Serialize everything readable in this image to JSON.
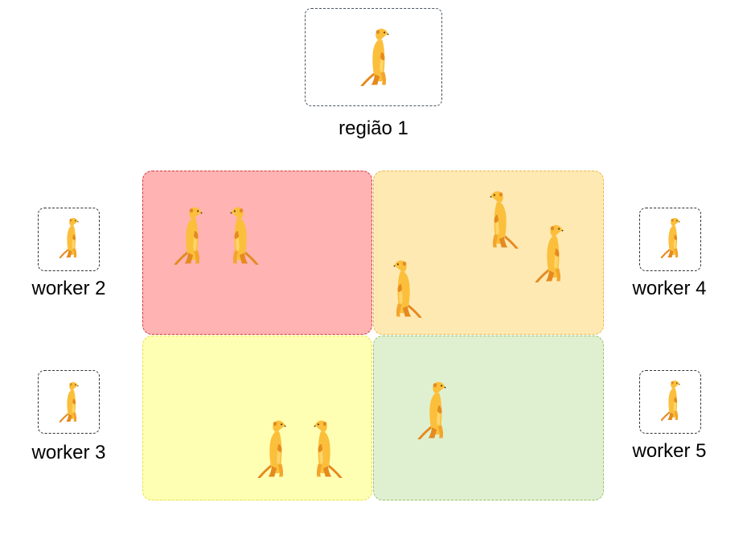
{
  "region": {
    "label": "região 1"
  },
  "workers": [
    {
      "id": "worker-2",
      "label": "worker 2"
    },
    {
      "id": "worker-3",
      "label": "worker 3"
    },
    {
      "id": "worker-4",
      "label": "worker 4"
    },
    {
      "id": "worker-5",
      "label": "worker 5"
    }
  ],
  "grid": {
    "cells": [
      {
        "name": "red",
        "fill": "#ffb3b3",
        "border": "#d43b3b",
        "meerkats": 2
      },
      {
        "name": "orange",
        "fill": "#ffe9b3",
        "border": "#e8b84a",
        "meerkats": 3
      },
      {
        "name": "yellow",
        "fill": "#ffffb3",
        "border": "#e6e04a",
        "meerkats": 2
      },
      {
        "name": "green",
        "fill": "#dff0d0",
        "border": "#98c46a",
        "meerkats": 1
      }
    ]
  },
  "icon": "meerkat-icon",
  "colors": {
    "meerkat_light": "#fbbf3b",
    "meerkat_dark": "#e58a1f"
  }
}
